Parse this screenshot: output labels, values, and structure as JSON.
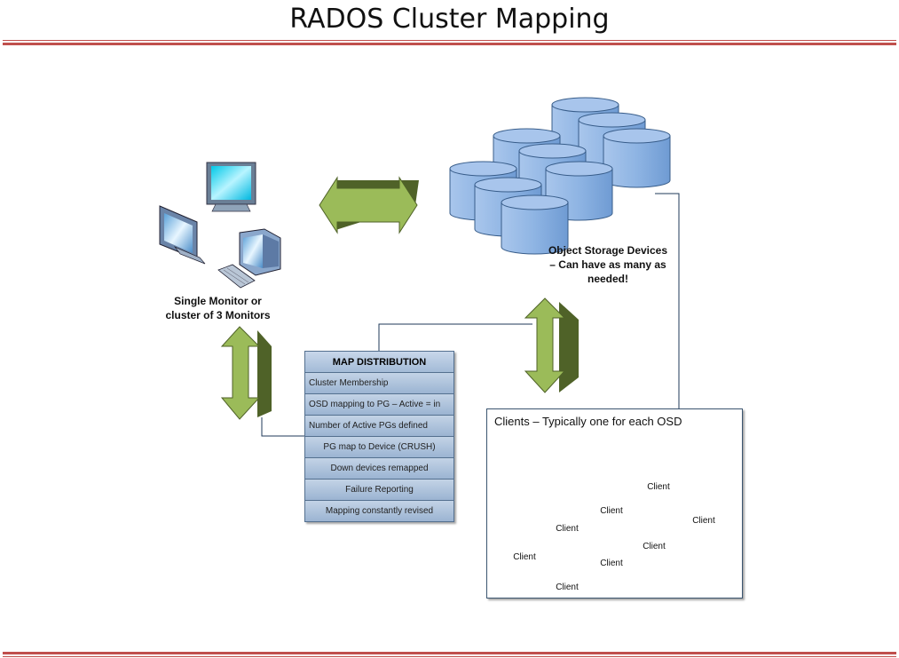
{
  "title": "RADOS Cluster Mapping",
  "colors": {
    "rule": "#c0504d",
    "arrow_fill": "#9bbb59",
    "arrow_shade": "#4f6228",
    "cylinder": "#8eb4e3",
    "table_fill": "#b9cbe3",
    "client_orange": "#f79646"
  },
  "monitor_label": "Single Monitor or\ncluster of 3 Monitors",
  "osd_label": "Object Storage Devices\n– Can have as many as\nneeded!",
  "map_distribution": {
    "header": "MAP DISTRIBUTION",
    "rows": [
      "Cluster Membership",
      "OSD  mapping to PG – Active = in",
      "Number of Active  PGs defined",
      "PG map to Device (CRUSH)",
      "Down devices remapped",
      "Failure Reporting",
      "Mapping constantly revised"
    ]
  },
  "clients": {
    "title": "Clients – Typically one for each OSD",
    "item_label": "Client"
  }
}
